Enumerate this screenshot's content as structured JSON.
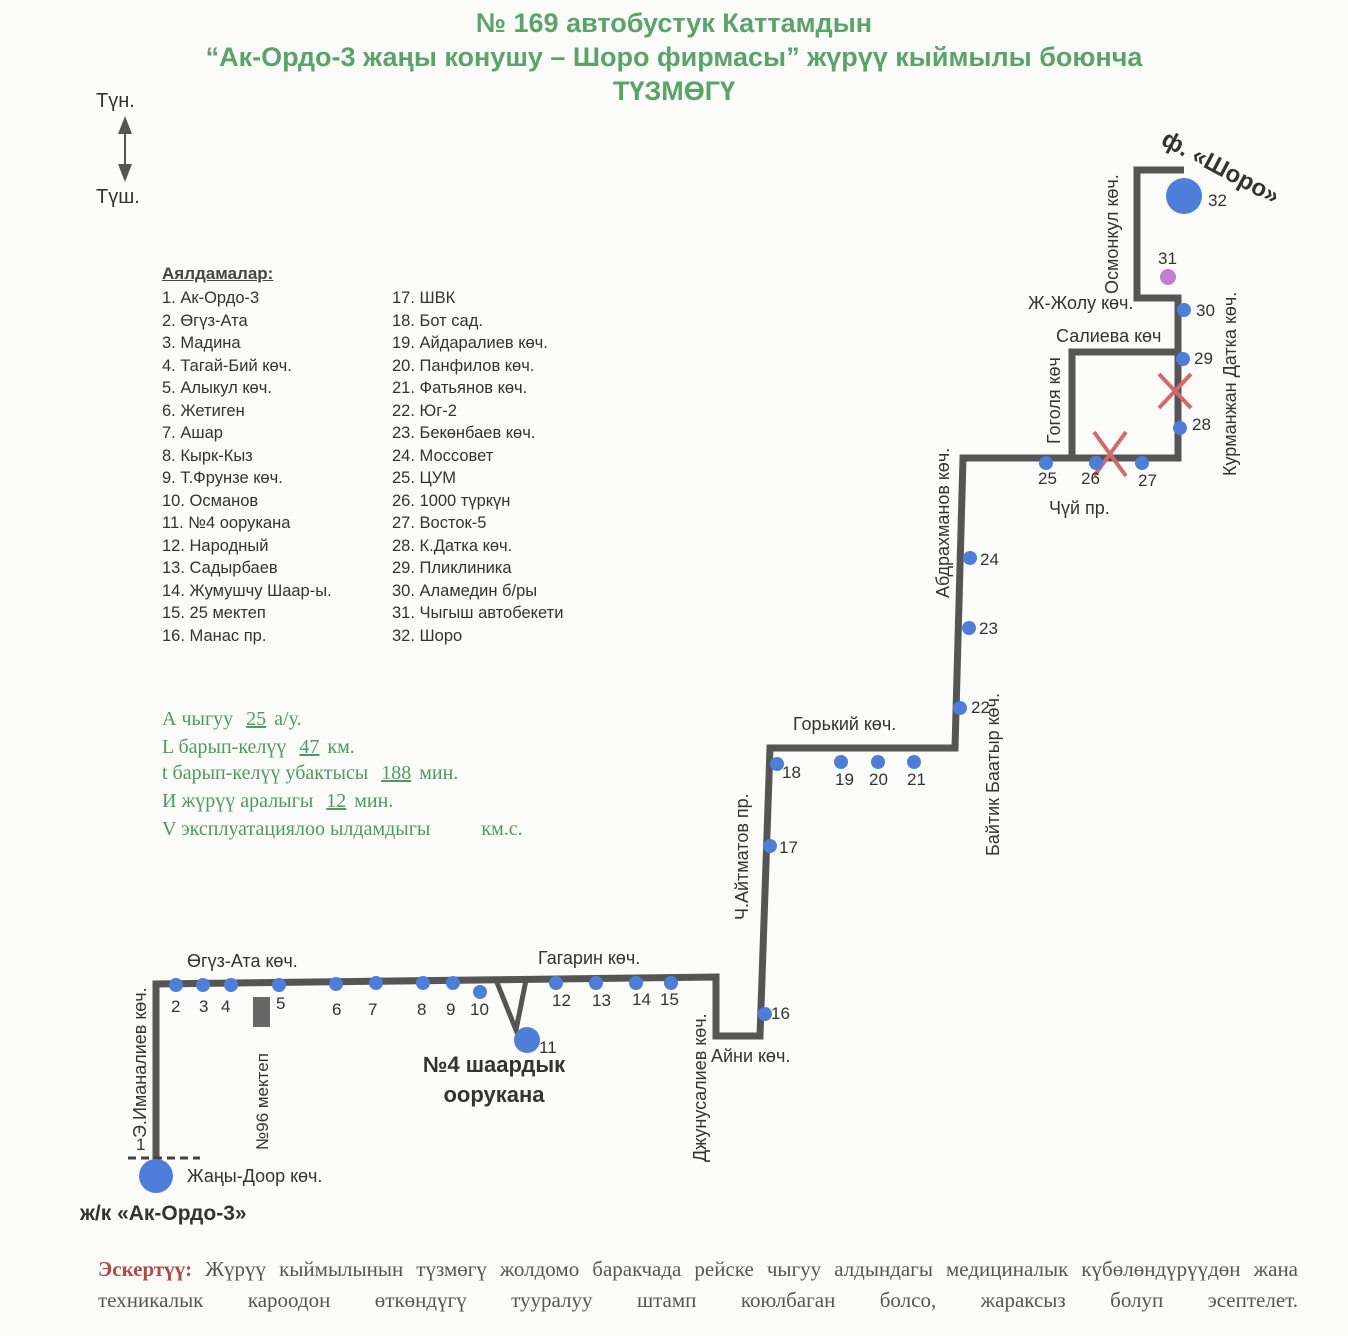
{
  "title": {
    "line1": "№ 169  автобустук Каттамдын",
    "line2": "“Ак-Ордо-3 жаңы конушу  – Шоро фирмасы” жүрүү кыймылы боюнча",
    "line3": "ТҮЗМӨГҮ"
  },
  "compass": {
    "north": "Түн.",
    "south": "Түш."
  },
  "legend": {
    "heading": "Аялдамалар:",
    "stops_col1": [
      "1. Ак-Ордо-3",
      "2. Өгүз-Ата",
      "3. Мадина",
      "4. Тагай-Бий көч.",
      "5. Алыкул көч.",
      "6. Жетиген",
      "7. Ашар",
      "8. Кырк-Кыз",
      "9. Т.Фрунзе көч.",
      "10. Османов",
      "11. №4 оорукана",
      "12. Народный",
      "13. Садырбаев",
      "14. Жумушчу Шаар-ы.",
      "15. 25 мектеп",
      "16. Манас пр."
    ],
    "stops_col2": [
      "17. ШВК",
      "18. Бот сад.",
      "19. Айдаралиев көч.",
      "20. Панфилов көч.",
      "21. Фатьянов көч.",
      "22. Юг-2",
      "23. Бекөнбаев көч.",
      "24. Моссовет",
      "25. ЦУМ",
      "26. 1000 түркүн",
      "27. Восток-5",
      "28. К.Датка көч.",
      "29. Пликлиника",
      "30. Аламедин б/ры",
      "31. Чыгыш автобекети",
      "32. Шоро"
    ]
  },
  "stats": {
    "a_label": "А чыгуу",
    "a_value": "25",
    "a_unit": "а/у.",
    "l_label": "L барып-келүү",
    "l_value": "47",
    "l_unit": "км.",
    "t_label": "t барып-келүү убактысы",
    "t_value": "188",
    "t_unit": "мин.",
    "i_label": "И жүрүү аралыгы",
    "i_value": "12",
    "i_unit": "мин.",
    "v_label": "V эксплуатациялоо ылдамдыгы",
    "v_value": "",
    "v_unit": "км.с."
  },
  "streets": {
    "imanaliev": "Э.Иманалиев көч.",
    "oguz_ata": "Өгүз-Ата көч.",
    "gagarin": "Гагарин көч.",
    "dzhunusaliev": "Джунусалиев көч.",
    "aini": "Айни көч.",
    "aitmatov": "Ч.Айтматов пр.",
    "gorky": "Горький көч.",
    "baitik": "Байтик Баатыр көч.",
    "abdrakhmanov": "Абдрахманов көч.",
    "gogol": "Гоголя көч",
    "saliev": "Салиева көч",
    "zh_zholu": "Ж-Жолу көч.",
    "osmonkul": "Осмонкул көч.",
    "kurmanzhan": "Курманжан Датка көч.",
    "chui": "Чүй пр.",
    "zhany_door": "Жаңы-Доор көч."
  },
  "places": {
    "start": "ж/к «Ак-Ордо-3»",
    "end": "ф. «Шоро»",
    "school": "№96 мектеп",
    "hospital": "№4 шаардык оорукана"
  },
  "stop_numbers": [
    "1",
    "2",
    "3",
    "4",
    "5",
    "6",
    "7",
    "8",
    "9",
    "10",
    "11",
    "12",
    "13",
    "14",
    "15",
    "16",
    "17",
    "18",
    "19",
    "20",
    "21",
    "22",
    "23",
    "24",
    "25",
    "26",
    "27",
    "28",
    "29",
    "30",
    "31",
    "32"
  ],
  "note": {
    "label": "Эскертүү:",
    "text": "Жүрүү кыймылынын түзмөгү жолдомо баракчада рейске чыгуу алдындагы медициналык күбөлөндүрүүдөн жана техникалык кароодон өткөндүгү тууралуу штамп коюлбаган болсо, жараксыз болуп эсептелет."
  },
  "colors": {
    "route": "#555555",
    "stop": "#4f7ed8",
    "title": "#5aa46a",
    "stats": "#4f9a60",
    "cross": "#d36a6a",
    "note_label": "#b04a4a",
    "stop31": "#c07fcf"
  }
}
